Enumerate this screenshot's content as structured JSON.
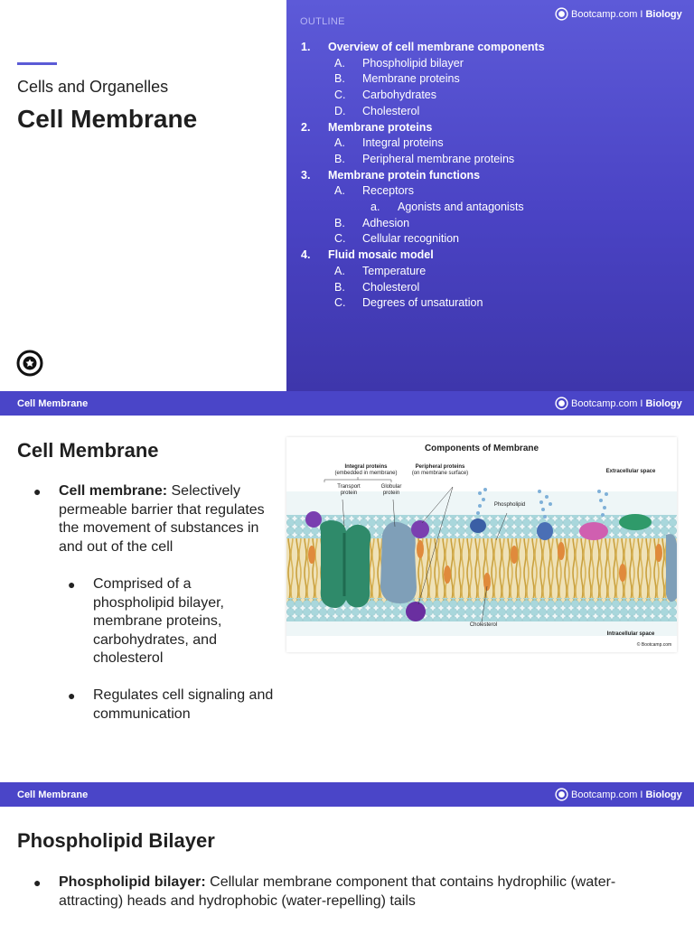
{
  "brand": {
    "name": "Bootcamp.com",
    "separator": "I",
    "subject": "Biology"
  },
  "slide1": {
    "subtitle": "Cells and Organelles",
    "title": "Cell Membrane",
    "outline_label": "OUTLINE",
    "outline": [
      {
        "num": "1.",
        "label": "Overview of cell membrane components",
        "level": 1
      },
      {
        "num": "A.",
        "label": "Phospholipid bilayer",
        "level": 2
      },
      {
        "num": "B.",
        "label": "Membrane proteins",
        "level": 2
      },
      {
        "num": "C.",
        "label": "Carbohydrates",
        "level": 2
      },
      {
        "num": "D.",
        "label": "Cholesterol",
        "level": 2
      },
      {
        "num": "2.",
        "label": "Membrane proteins",
        "level": 1
      },
      {
        "num": "A.",
        "label": "Integral proteins",
        "level": 2
      },
      {
        "num": "B.",
        "label": "Peripheral membrane proteins",
        "level": 2
      },
      {
        "num": "3.",
        "label": "Membrane protein functions",
        "level": 1
      },
      {
        "num": "A.",
        "label": "Receptors",
        "level": 2
      },
      {
        "num": "a.",
        "label": "Agonists and antagonists",
        "level": 3
      },
      {
        "num": "B.",
        "label": "Adhesion",
        "level": 2
      },
      {
        "num": "C.",
        "label": "Cellular recognition",
        "level": 2
      },
      {
        "num": "4.",
        "label": "Fluid mosaic model",
        "level": 1
      },
      {
        "num": "A.",
        "label": "Temperature",
        "level": 2
      },
      {
        "num": "B.",
        "label": "Cholesterol",
        "level": 2
      },
      {
        "num": "C.",
        "label": "Degrees of unsaturation",
        "level": 2
      }
    ]
  },
  "slide2": {
    "header_label": "Cell Membrane",
    "title": "Cell Membrane",
    "bullet1_term": "Cell membrane:",
    "bullet1_text": "Selectively permeable barrier that regulates the movement of substances in and out of the cell",
    "sub_bullet1": "Comprised of a phospholipid bilayer, membrane proteins, carbohydrates, and cholesterol",
    "sub_bullet2": "Regulates cell signaling and communication",
    "figure": {
      "title": "Components of Membrane",
      "integral": "Integral proteins",
      "integral_sub": "(embedded in membrane)",
      "peripheral": "Peripheral proteins",
      "peripheral_sub": "(on membrane surface)",
      "transport": "Transport protein",
      "globular": "Globular protein",
      "phospholipid": "Phospholipid",
      "extracellular": "Extracellular space",
      "intracellular": "Intracellular space",
      "cholesterol": "Cholesterol",
      "copyright": "© Bootcamp.com"
    }
  },
  "slide3": {
    "header_label": "Cell Membrane",
    "title": "Phospholipid Bilayer",
    "bullet1_term": "Phospholipid bilayer:",
    "bullet1_text": "Cellular membrane component that contains hydrophilic (water-attracting) heads and hydrophobic (water-repelling) tails"
  },
  "colors": {
    "accent": "#5b5bd6",
    "header_bar": "#4a45c8",
    "panel_top": "#5d5ad8",
    "panel_bottom": "#3e36ab"
  }
}
